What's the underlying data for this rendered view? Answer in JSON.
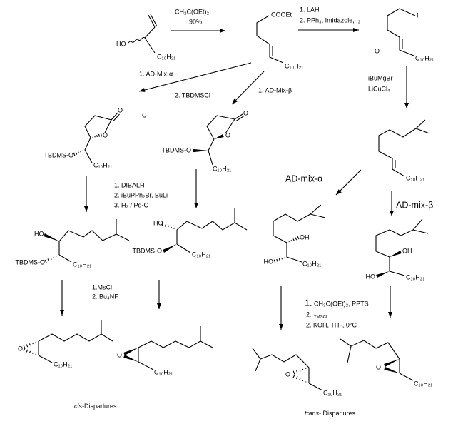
{
  "reactions": {
    "step1": {
      "reagent": "CH₂C(OEt)₂",
      "yield": "90%"
    },
    "step2": {
      "line1": "1. LAH",
      "line2": "2. PPh₃, Imidazole, I₂"
    },
    "step3": {
      "line1": "iBuMgBr",
      "line2": "LiCuCl₄"
    },
    "ad_alpha_branch": {
      "line1": "1. AD-Mix-α",
      "line2": "2. TBDMSCl"
    },
    "ad_beta_branch": {
      "line1": "1. AD-Mix-β"
    },
    "lactone_to_diol": {
      "line1": "1. DIBALH",
      "line2": "2. iBuPPh₂Br, BuLi",
      "line3": "3. H₂ / Pd-C"
    },
    "ad_mix_alpha": "AD-mix-α",
    "ad_mix_beta": "AD-mix-β",
    "cis_epoxidation": {
      "line1": "1.MsCl",
      "line2": "2. Bu₄NF"
    },
    "trans_epoxidation": {
      "line1_num": "1.",
      "line1": "CH₃C(OEt)₂, PPTS",
      "line2_num": "2.",
      "line2": "TMSCl",
      "line3": "2. KOH, THF, 0°C"
    }
  },
  "atoms": {
    "ho": "HO",
    "oh": "OH",
    "o": "O",
    "i": "I",
    "cooet": "COOEt",
    "alkyl": "C₁₀H₂₁",
    "tbdms_o": "TBDMS-O",
    "c_label": "C",
    "o_label": "O"
  },
  "products": {
    "cis_prefix": "cis-",
    "cis_name": "Disparlures",
    "trans_prefix": "trans-",
    "trans_name": " Disparlures"
  }
}
